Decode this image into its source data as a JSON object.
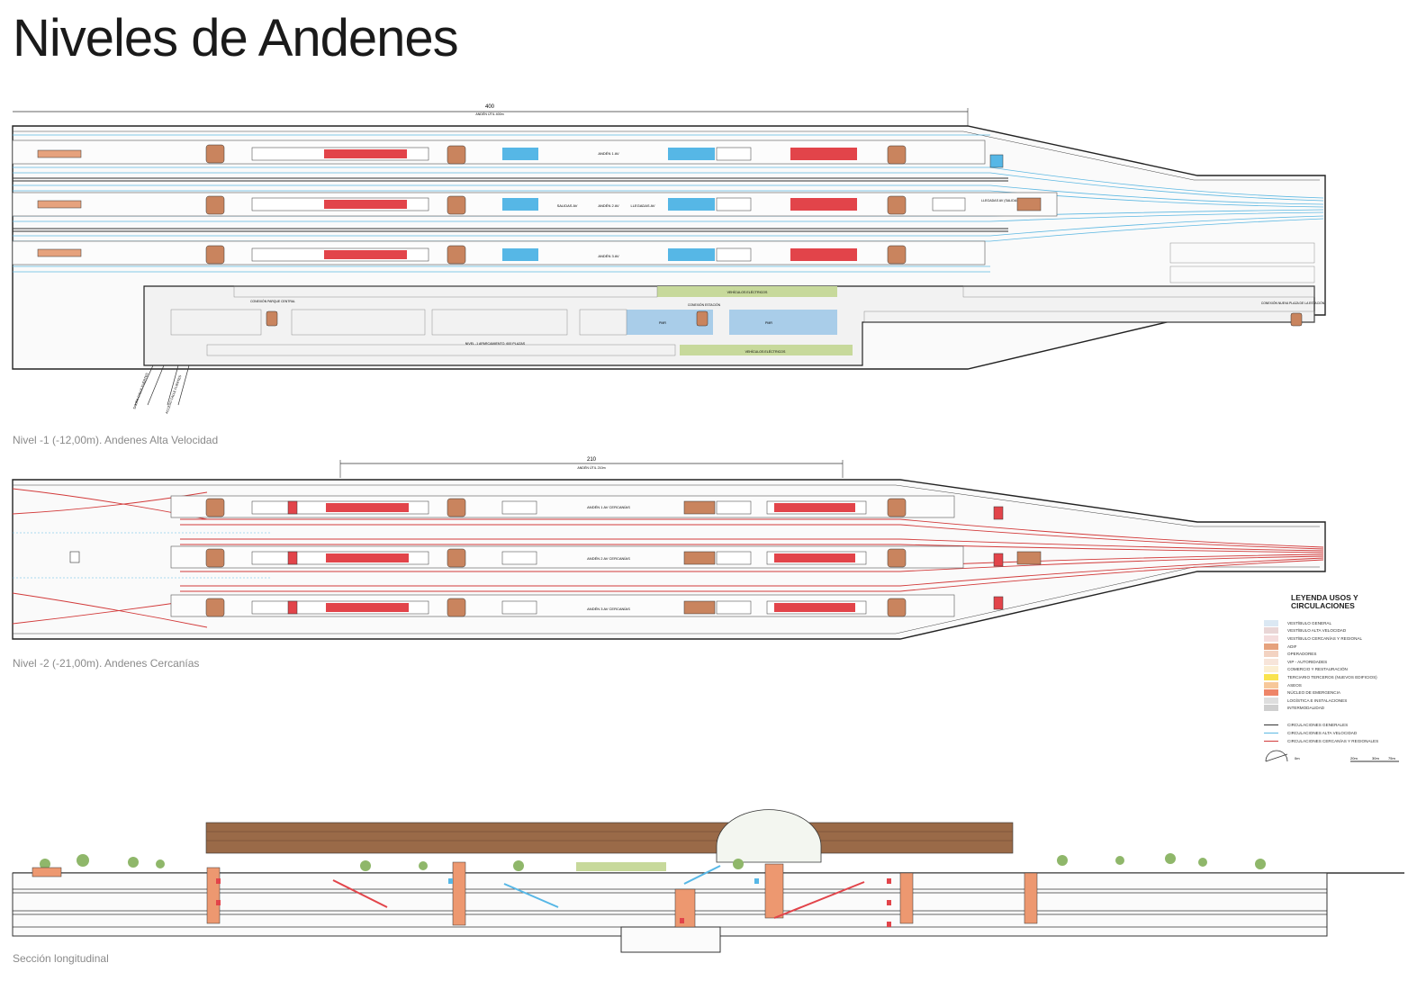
{
  "page": {
    "title": "Niveles de Andenes"
  },
  "level1": {
    "caption": "Nivel -1 (-12,00m). Andenes Alta Velocidad",
    "dimension": "400",
    "dimension_note": "ANDÉN ÚTIL 400m",
    "platforms": [
      "ANDÉN 1 AV",
      "ANDÉN 2 AV",
      "ANDÉN 3 AV"
    ],
    "salidas": "SALIDAS AV",
    "llegadas": "LLEGADAS AV",
    "llegadas_salidas": "LLEGADAS AV (SALIDAS)",
    "parking_label": "NIVEL -1 APARCAMIENTO. 600 PLAZAS",
    "electric_top": "VEHÍCULOS ELÉCTRICOS",
    "electric_bottom": "VEHÍCULOS ELÉCTRICOS",
    "pmr_1": "PMR",
    "pmr_2": "PMR",
    "conexion_parque": "CONEXIÓN PARQUE CENTRAL",
    "conexion_estacion": "CONEXIÓN ESTACIÓN",
    "conexion_plaza": "CONEXIÓN NUEVA PLAZA DE LA ESTACIÓN",
    "ramp_exit": "SALIDA CALLE FUERTES",
    "ramp_access": "ACCESO CALLE FUERTES"
  },
  "level2": {
    "caption": "Nivel -2 (-21,00m). Andenes Cercanías",
    "dimension": "210",
    "dimension_note": "ANDÉN ÚTIL 210m",
    "platforms": [
      "ANDÉN 1 AV CERCANÍAS",
      "ANDÉN 2 AV CERCANÍAS",
      "ANDÉN 3 AV CERCANÍAS"
    ]
  },
  "section": {
    "caption": "Sección longitudinal"
  },
  "legend": {
    "title": "LEYENDA USOS Y CIRCULACIONES",
    "items": [
      {
        "label": "VESTÍBULO GENERAL",
        "color": "#dbe8f3"
      },
      {
        "label": "VESTÍBULO ALTA VELOCIDAD",
        "color": "#e9d6d6"
      },
      {
        "label": "VESTÍBULO CERCANÍAS Y REGIONAL",
        "color": "#f4dddd"
      },
      {
        "label": "ADIF",
        "color": "#e6a27d"
      },
      {
        "label": "OPERADORES",
        "color": "#f3d3c2"
      },
      {
        "label": "VIP - AUTORIDADES",
        "color": "#f7e5da"
      },
      {
        "label": "COMERCIO Y RESTAURACIÓN",
        "color": "#fbeed2"
      },
      {
        "label": "TERCIARIO TERCEROS (NUEVOS EDIFICIOS)",
        "color": "#f9e34e"
      },
      {
        "label": "ASEOS",
        "color": "#f7c89a"
      },
      {
        "label": "NÚCLEO DE EMERGENCIA",
        "color": "#ee8568"
      },
      {
        "label": "LOGÍSTICA E INSTALACIONES",
        "color": "#dedede"
      },
      {
        "label": "INTERMODALIDAD",
        "color": "#cfcfcf"
      }
    ],
    "lines": [
      {
        "label": "CIRCULACIONES GENERALES",
        "color": "#333333"
      },
      {
        "label": "CIRCULACIONES ALTA VELOCIDAD",
        "color": "#5db8e2"
      },
      {
        "label": "CIRCULACIONES CERCANÍAS Y REGIONALES",
        "color": "#d23a3a"
      }
    ],
    "scale": {
      "s0": "0m",
      "s20": "20m",
      "s30": "30m",
      "s75": "75m"
    }
  },
  "colors": {
    "hsr_track": "#5db8e2",
    "commuter_track": "#d23a3a",
    "escalator_red": "#e2444a",
    "escalator_blue": "#56b7e6",
    "core": "#ed9870",
    "parking_green": "#c7d99b",
    "parking_blue": "#a9cde9",
    "roof": "#9a6a48"
  }
}
